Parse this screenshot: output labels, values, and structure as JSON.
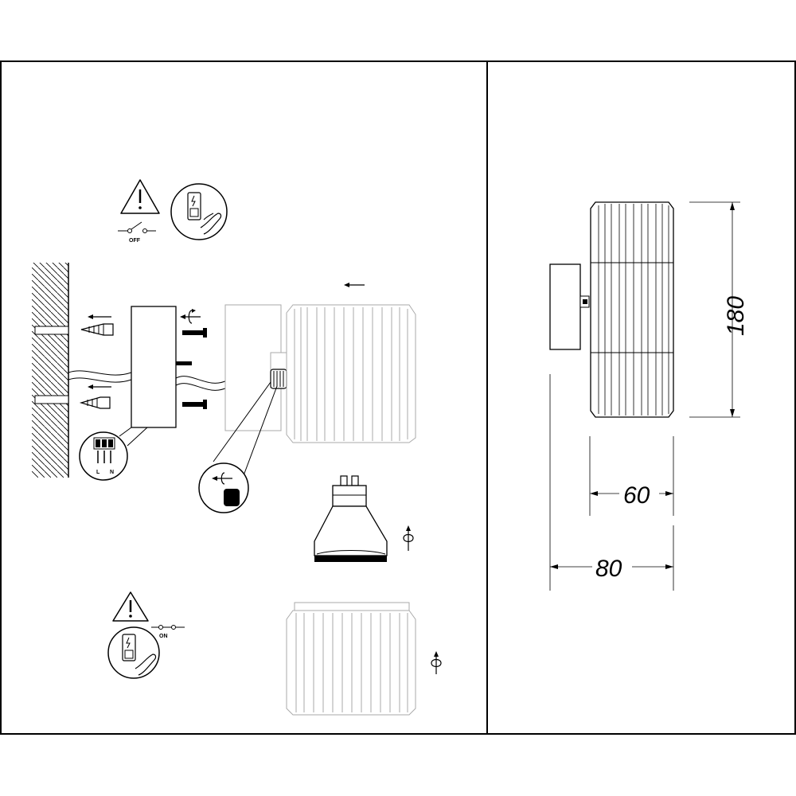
{
  "labels": {
    "switch_off": "OFF",
    "switch_on": "ON",
    "terminal_l": "L",
    "terminal_n": "N"
  },
  "dimensions": {
    "height": "180",
    "width_shade": "60",
    "depth": "80"
  }
}
